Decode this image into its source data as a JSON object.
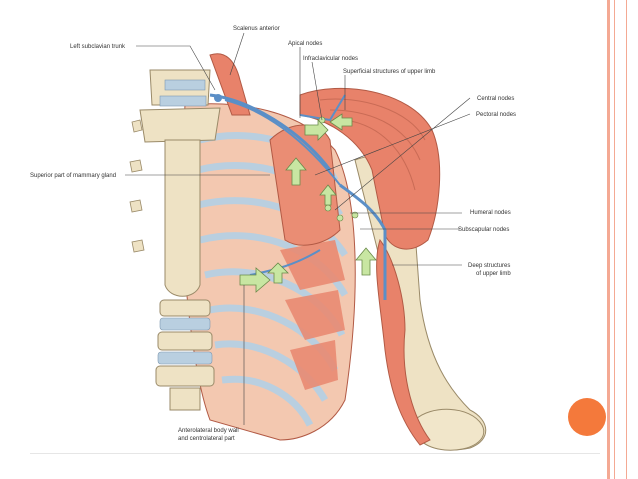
{
  "labels": {
    "scalenus_anterior": "Scalenus anterior",
    "left_subclavian_trunk": "Left subclavian trunk",
    "apical_nodes": "Apical nodes",
    "infraclavicular_nodes": "Infraclavicular nodes",
    "superficial_structures": "Superficial structures of upper limb",
    "central_nodes": "Central nodes",
    "pectoral_nodes": "Pectoral nodes",
    "superior_mammary": "Superior part of mammary gland",
    "humeral_nodes": "Humeral nodes",
    "subscapular_nodes": "Subscapular nodes",
    "deep_structures_1": "Deep structures",
    "deep_structures_2": "of upper limb",
    "body_wall_1": "Anterolateral body wall",
    "body_wall_2": "and centrolateral part"
  },
  "colors": {
    "frame_accent": "#f4a993",
    "dot": "#f4793b",
    "muscle": "#e8826a",
    "bone": "#eee2c4",
    "cartilage": "#b9cfe0",
    "lymph": "#5b8fc7",
    "arrow": "#c8e6a2"
  }
}
